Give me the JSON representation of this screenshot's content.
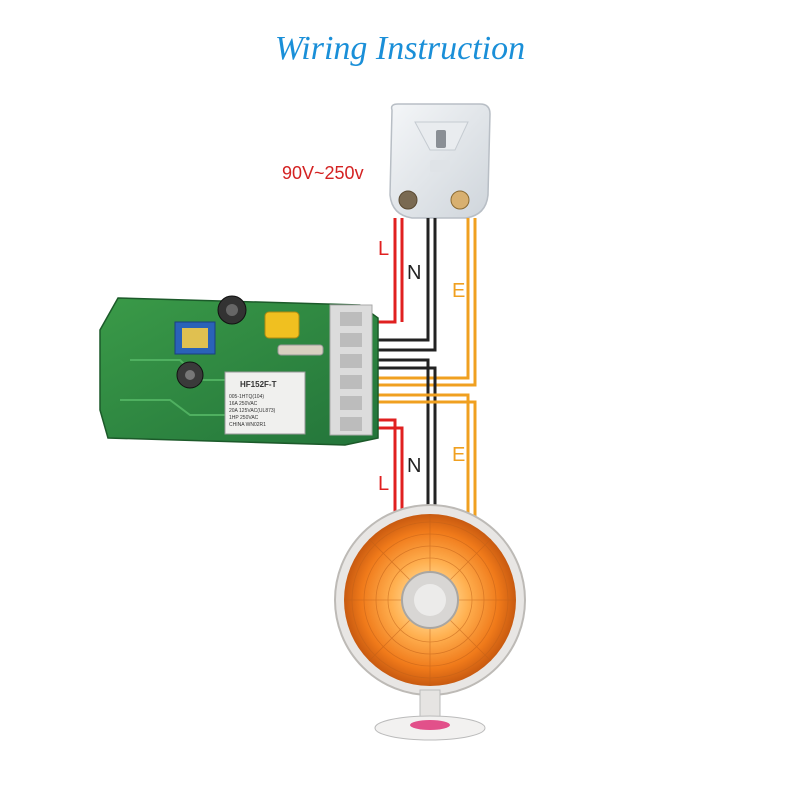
{
  "title": "Wiring Instruction",
  "voltage_label": "90V~250v",
  "wire_labels": {
    "top": {
      "live": "L",
      "neutral": "N",
      "earth": "E"
    },
    "bottom": {
      "live": "L",
      "neutral": "N",
      "earth": "E"
    }
  },
  "relay_text": {
    "model": "HF152F-T",
    "line1": "005-1HTQ(104)",
    "line2": "16A 250VAC",
    "line3": "20A 125VAC(UL873)",
    "line4": "1HP 250VAC",
    "line5": "CHINA WN02R1"
  },
  "colors": {
    "title": "#1a8fd8",
    "voltage": "#d42222",
    "live_wire": "#e02020",
    "neutral_wire": "#222222",
    "earth_wire": "#f0a020",
    "pcb": "#2e8a3e"
  }
}
